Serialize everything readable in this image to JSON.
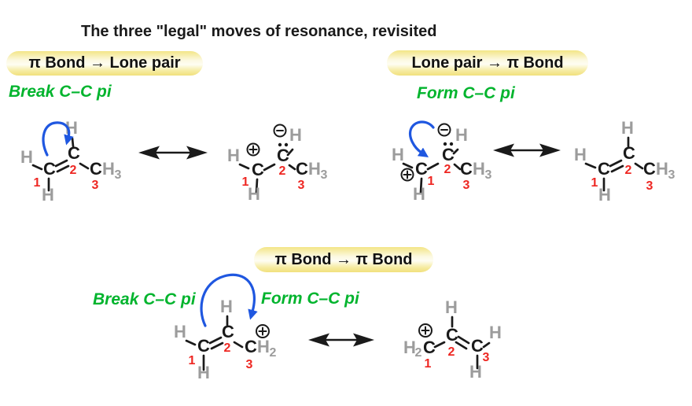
{
  "title": "The three \"legal\" moves of resonance, revisited",
  "badges": {
    "pi_bond_to_lone_pair": "π Bond → Lone pair",
    "lone_pair_to_pi_bond": "Lone pair → π Bond",
    "pi_bond_to_pi_bond": "π Bond → π Bond"
  },
  "annotations": {
    "break_cc_pi": "Break C–C pi",
    "form_cc_pi": "Form C–C pi"
  },
  "atoms": {
    "carbon": "C",
    "hydrogen": "H"
  },
  "subscripts": {
    "two": "2",
    "three": "3"
  },
  "charges": {
    "plus": "+",
    "minus": "−"
  },
  "position_numbers": {
    "c1": "1",
    "c2": "2",
    "c3": "3"
  },
  "icons": {
    "resonance_arrow": "double-headed-arrow",
    "electron_pushing_arrow": "curved-blue-arrow",
    "plus_charge": "circled-plus",
    "minus_charge": "circled-minus",
    "lone_pair": "two-dots"
  },
  "colors": {
    "badge_yellow": "#f2e282",
    "badge_yellow_pale": "#fefdf2",
    "annotation_green": "#00b42d",
    "number_red": "#ee2722",
    "arrow_blue": "#1f57e0",
    "hydrogen_gray": "#9c9c9c",
    "ink_black": "#1a1a1a"
  }
}
